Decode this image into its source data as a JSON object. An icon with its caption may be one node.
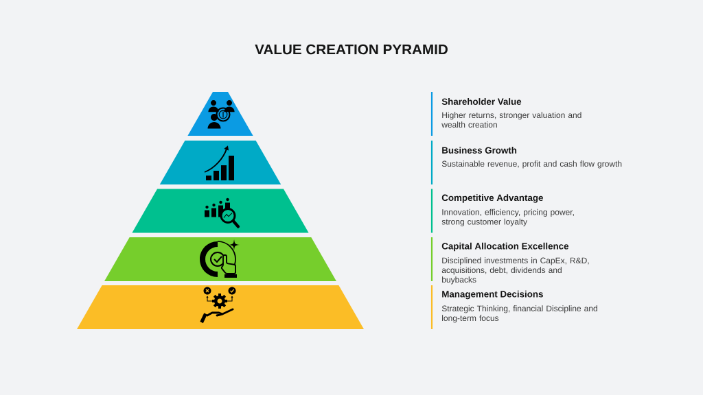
{
  "diagram": {
    "title": "VALUE CREATION PYRAMID",
    "nodes": [
      {
        "text": [],
        "shape": "trapezoid"
      },
      {
        "text": [],
        "shape": "trapezoid"
      },
      {
        "text": [],
        "shape": "trapezoid"
      },
      {
        "text": [],
        "shape": "trapezoid"
      },
      {
        "text": [],
        "shape": "trapezoid"
      },
      {
        "text": [
          "Shareholder Value",
          "Higher returns, stronger valuation and wealth creation"
        ]
      },
      {
        "text": [
          "Business Growth",
          "Sustainable revenue, profit and cash flow growth"
        ]
      },
      {
        "text": [
          "Competitive Advantage",
          "Innovation, efficiency, pricing power, strong customer loyalty"
        ]
      },
      {
        "text": [
          "Capital Allocation Excellence",
          "Disciplined investments in CapEx, R&D, acquisitions, debt, dividends and buybacks"
        ]
      },
      {
        "text": [
          "Management Decisions",
          "Strategic Thinking, financial Discipline and long-term focus"
        ]
      }
    ]
  }
}
